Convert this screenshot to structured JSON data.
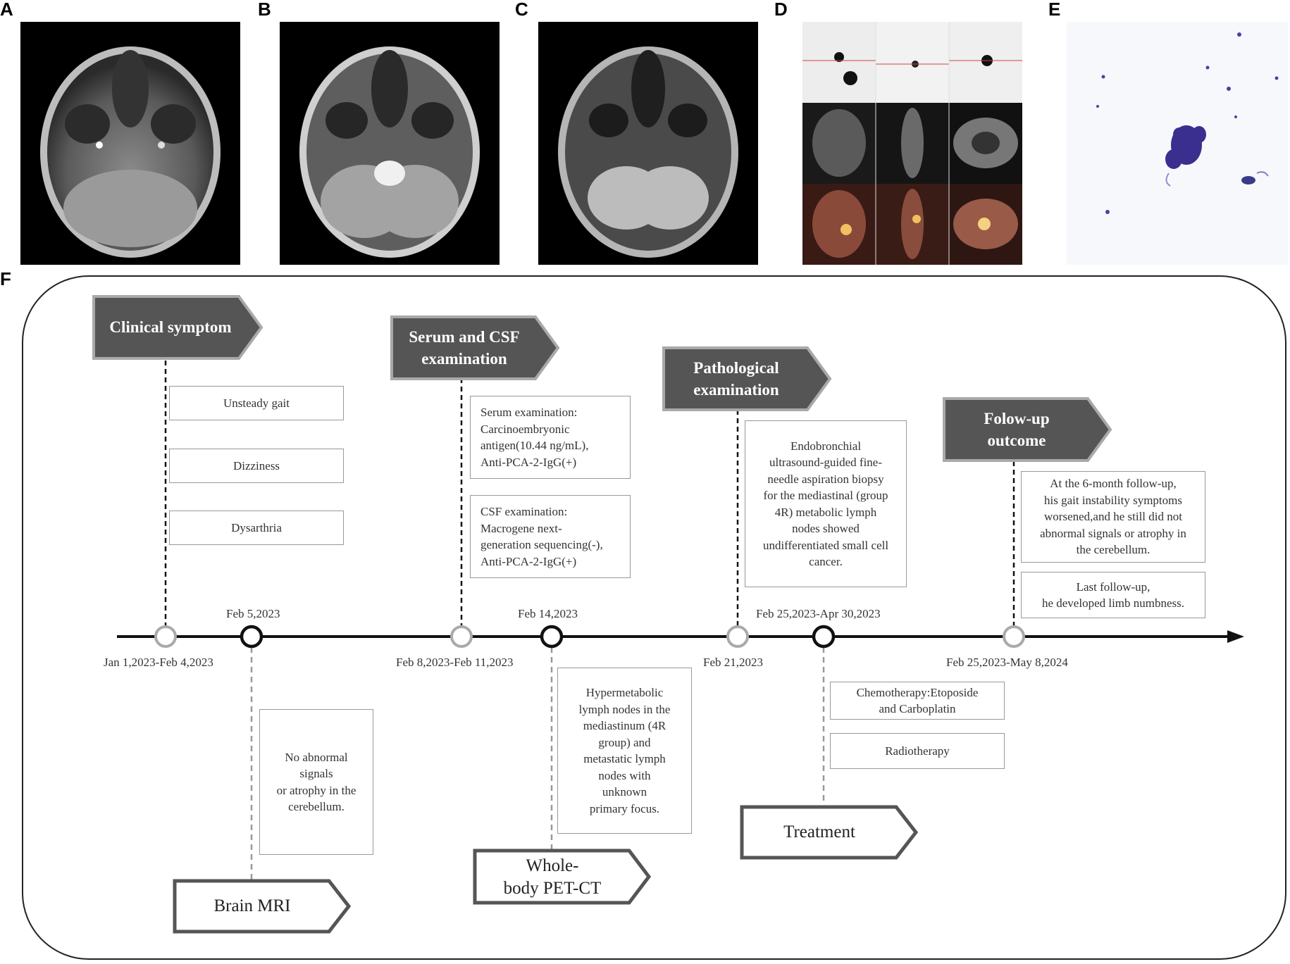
{
  "panel_labels": [
    "A",
    "B",
    "C",
    "D",
    "E",
    "F"
  ],
  "banners": {
    "clinical_symptom": "Clinical symptom",
    "serum_csf": [
      "Serum and CSF",
      "examination"
    ],
    "pathological": [
      "Pathological",
      "examination"
    ],
    "followup": [
      "Folow-up",
      "outcome"
    ],
    "brain_mri": "Brain MRI",
    "pet_ct": [
      "Whole-",
      "body PET-CT"
    ],
    "treatment": "Treatment"
  },
  "boxes": {
    "symptom_1": "Unsteady gait",
    "symptom_2": "Dizziness",
    "symptom_3": "Dysarthria",
    "serum": [
      "Serum examination:",
      "Carcinoembryonic",
      "antigen(10.44 ng/mL),",
      "Anti-PCA-2-IgG(+)"
    ],
    "csf": [
      "CSF examination:",
      "Macrogene next-",
      "generation sequencing(-),",
      "Anti-PCA-2-IgG(+)"
    ],
    "pathology": [
      "Endobronchial",
      "ultrasound-guided fine-",
      "needle aspiration biopsy",
      "for the mediastinal (group",
      "4R) metabolic lymph",
      "nodes showed",
      "undifferentiated small cell",
      "cancer."
    ],
    "followup_1": [
      "At the 6-month follow-up,",
      "his gait instability symptoms",
      "worsened,and he still did not",
      "abnormal signals or atrophy in",
      "the cerebellum."
    ],
    "followup_2": [
      "Last follow-up,",
      "he developed limb numbness."
    ],
    "mri": [
      "No abnormal",
      "signals",
      "or atrophy in the",
      "cerebellum."
    ],
    "pet": [
      "Hypermetabolic",
      "lymph nodes in the",
      "mediastinum (4R",
      "group) and",
      "metastatic lymph",
      "nodes with",
      "unknown",
      "primary focus."
    ],
    "chemo": [
      "Chemotherapy:Etoposide",
      "and Carboplatin"
    ],
    "radio": "Radiotherapy"
  },
  "dates": {
    "d1": "Jan 1,2023-Feb 4,2023",
    "d2": "Feb 5,2023",
    "d3": "Feb 8,2023-Feb 11,2023",
    "d4": "Feb 14,2023",
    "d5": "Feb 21,2023",
    "d6": "Feb 25,2023-Apr 30,2023",
    "d7": "Feb 25,2023-May 8,2024"
  },
  "colors": {
    "banner_dark_fill": "#555555",
    "banner_dark_border": "#a9a9a9",
    "banner_light_border": "#555555",
    "node_light": "#aaaaaa",
    "node_dark": "#111111",
    "box_border": "#999999"
  }
}
